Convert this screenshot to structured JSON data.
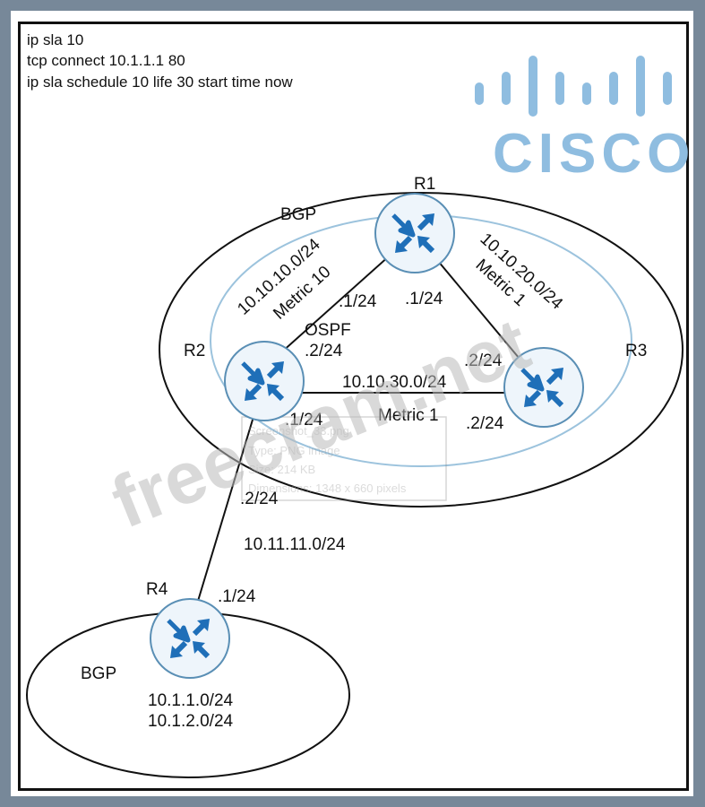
{
  "config": {
    "lines": [
      "ip sla 10",
      "tcp connect 10.1.1.1 80",
      "ip sla schedule 10 life 30 start time now"
    ]
  },
  "logo": {
    "text": "CISCO",
    "color": "#8fbde0"
  },
  "areas": {
    "bgp_top": "BGP",
    "ospf": "OSPF",
    "bgp_bottom": "BGP"
  },
  "routers": {
    "r1": "R1",
    "r2": "R2",
    "r3": "R3",
    "r4": "R4"
  },
  "links": {
    "r1_r2": {
      "network": "10.10.10.0/24",
      "metric": "Metric 10",
      "r1_ip": ".1/24",
      "r2_ip": ".2/24"
    },
    "r1_r3": {
      "network": "10.10.20.0/24",
      "metric": "Metric 1",
      "r1_ip": ".1/24",
      "r3_ip": ".2/24"
    },
    "r2_r3": {
      "network": "10.10.30.0/24",
      "metric": "Metric 1",
      "r2_ip": ".1/24",
      "r3_ip": ".2/24"
    },
    "r2_r4": {
      "network": "10.11.11.0/24",
      "r2_ip": ".2/24",
      "r4_ip": ".1/24"
    }
  },
  "r4_networks": [
    "10.1.1.0/24",
    "10.1.2.0/24"
  ],
  "tooltip": {
    "lines": [
      "Screenshot_33.png",
      "Type: PNG image",
      "Size: 214 KB",
      "Dimensions: 1348 x 660 pixels"
    ]
  },
  "watermark": "freecram.net",
  "colors": {
    "router_fill": "#eef5fb",
    "router_stroke": "#5a8fb5",
    "arrow": "#1f6fb8",
    "ospf_ring": "#9cc3dd"
  }
}
